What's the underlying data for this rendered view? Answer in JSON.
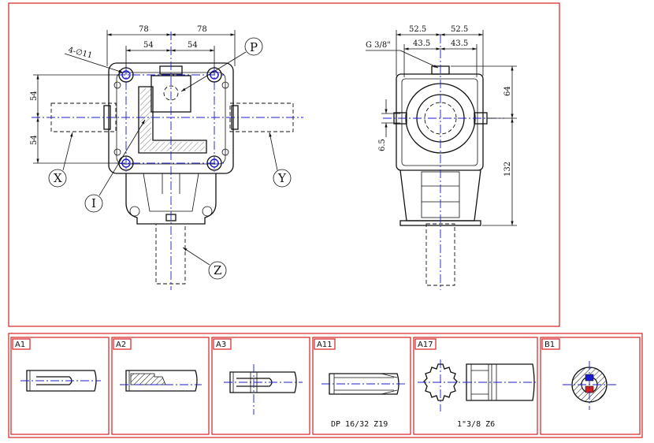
{
  "front_view": {
    "dims": {
      "top_left": "78",
      "top_right": "78",
      "inner_left": "54",
      "inner_right": "54",
      "left_upper": "54",
      "left_lower": "54",
      "holes": "4-∅11"
    },
    "labels": {
      "p": "P",
      "x": "X",
      "y": "Y",
      "i": "I",
      "z": "Z"
    }
  },
  "side_view": {
    "dims": {
      "top_left": "52.5",
      "top_right": "52.5",
      "inner_left": "43.5",
      "inner_right": "43.5",
      "thread": "G 3/8\"",
      "height_upper": "64",
      "height_lower": "132",
      "keyway": "6.5"
    }
  },
  "shaft_options": [
    {
      "tag": "A1",
      "caption": ""
    },
    {
      "tag": "A2",
      "caption": ""
    },
    {
      "tag": "A3",
      "caption": ""
    },
    {
      "tag": "A11",
      "caption": "DP 16/32  Z19"
    },
    {
      "tag": "A17",
      "caption": "1\"3/8 Z6"
    },
    {
      "tag": "B1",
      "caption": ""
    }
  ],
  "colors": {
    "frame": "#d52020",
    "centerline": "#1c1ccf",
    "line": "#111111",
    "marker_red": "#d52020",
    "marker_blue": "#1c1ccf"
  }
}
